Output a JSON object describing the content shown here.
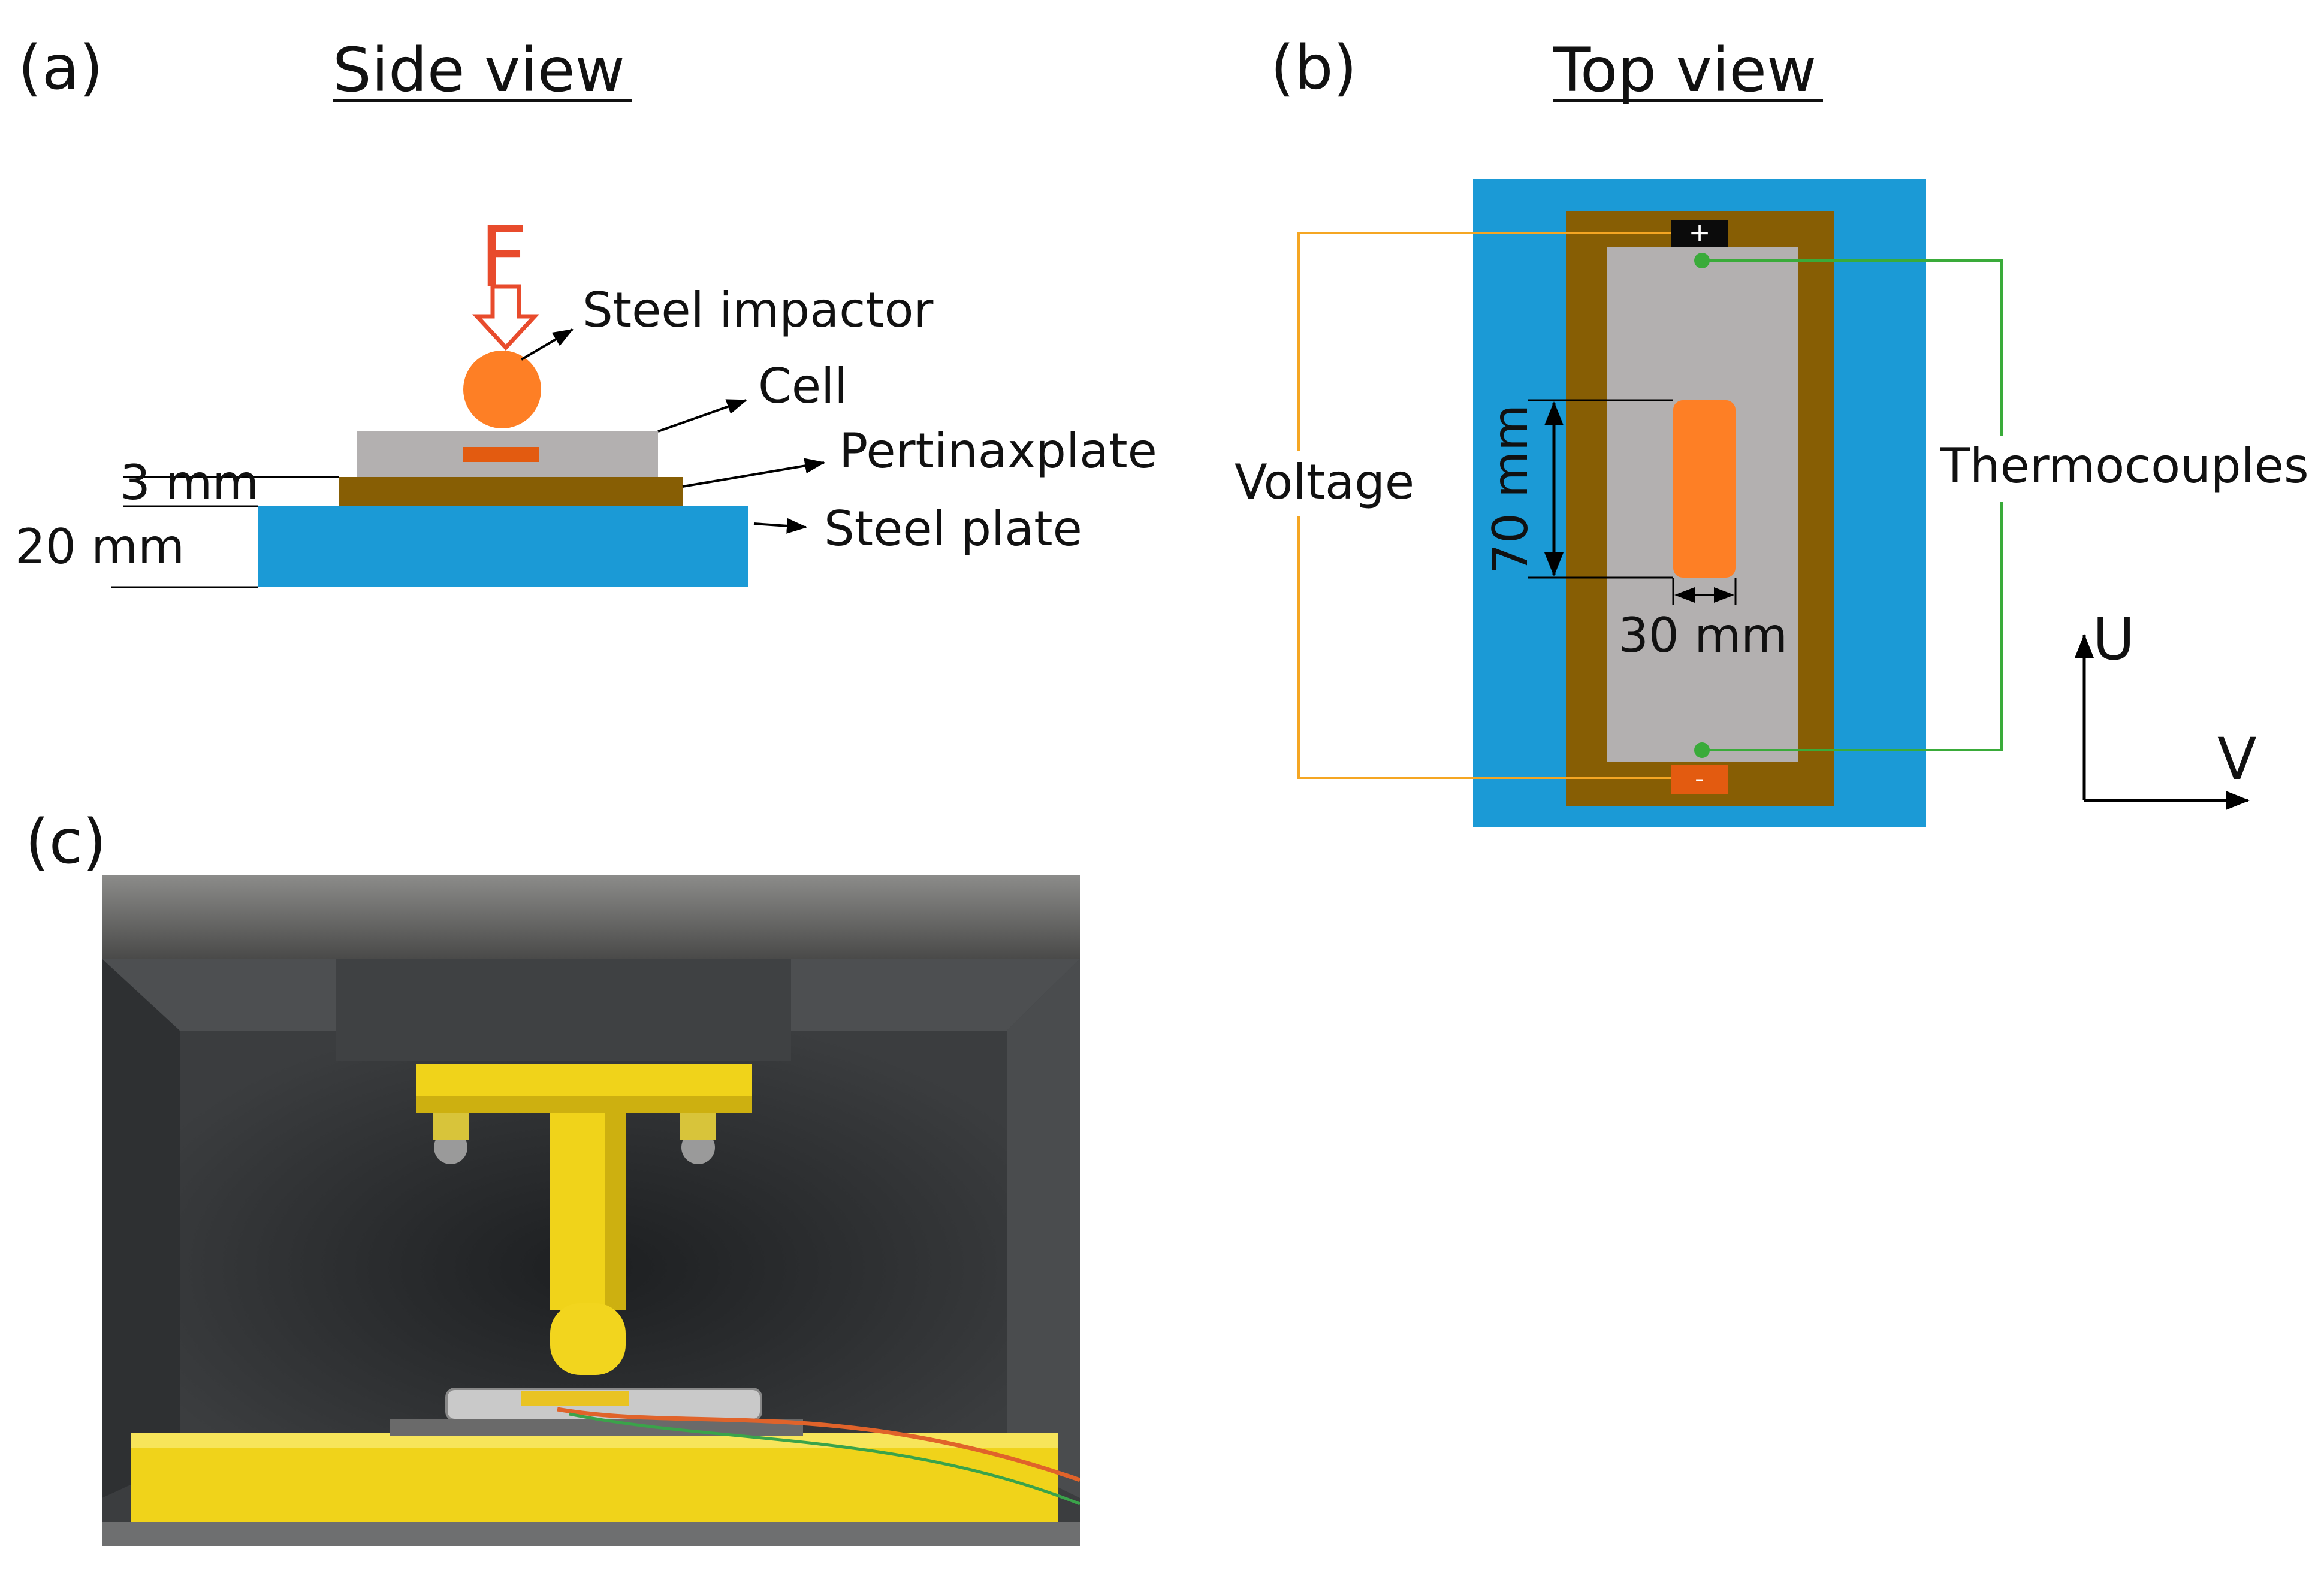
{
  "panels": {
    "a": {
      "label": "(a)",
      "heading": "Side view",
      "force": "F",
      "labels": {
        "impactor": "Steel impactor",
        "cell": "Cell",
        "pertinax": "Pertinaxplate",
        "steel_plate": "Steel plate"
      },
      "dimensions": {
        "pertinax_thickness": "3 mm",
        "plate_thickness": "20 mm"
      }
    },
    "b": {
      "label": "(b)",
      "heading": "Top view",
      "terminals": {
        "positive": "+",
        "negative": "-"
      },
      "labels": {
        "voltage": "Voltage",
        "thermocouples": "Thermocouples"
      },
      "dimensions": {
        "length": "70 mm",
        "width": "30 mm"
      },
      "axes": {
        "u": "U",
        "v": "V"
      }
    },
    "c": {
      "label": "(c)"
    }
  },
  "colors": {
    "steel_blue": "#1b9ad6",
    "pertinax_brown": "#875e04",
    "cell_gray": "#b3b0b0",
    "impact_orange": "#fe7f25",
    "force_red": "#e84b2c",
    "terminal_orange": "#e35b10",
    "voltage_wire": "#f5a623",
    "thermocouple_wire": "#3aab3a",
    "fixture_yellow": "#f0d31a"
  }
}
